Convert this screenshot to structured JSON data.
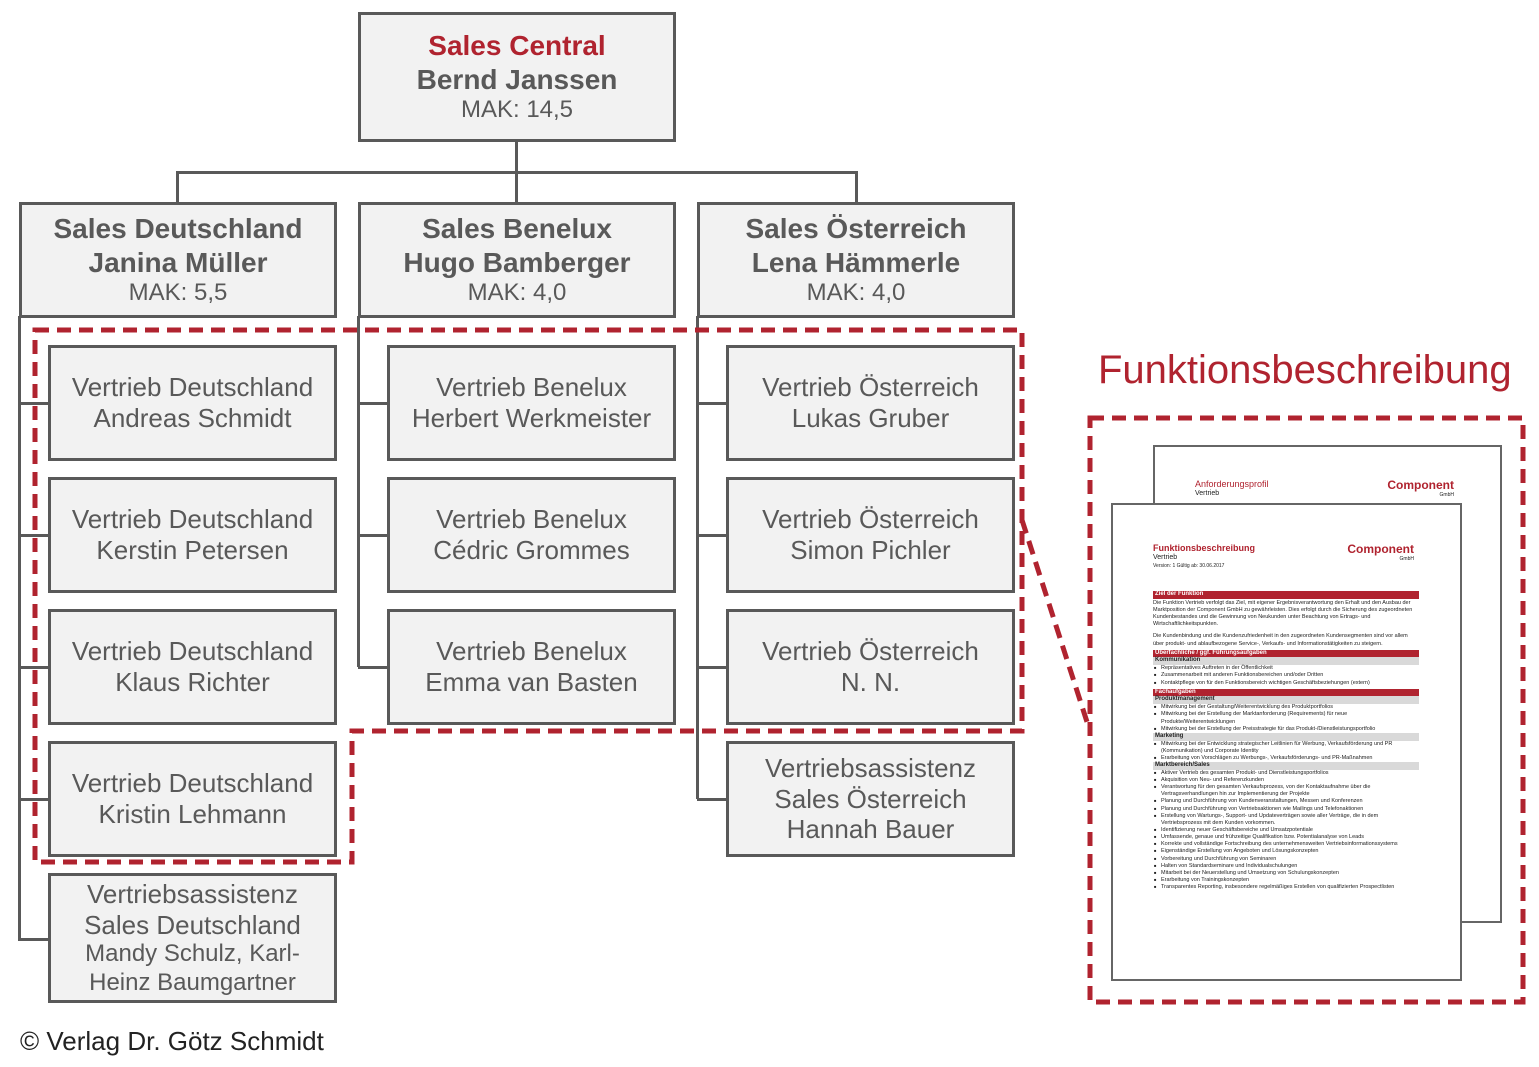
{
  "central": {
    "title": "Sales Central",
    "name": "Bernd Janssen",
    "mak": "MAK: 14,5"
  },
  "level2": [
    {
      "title": "Sales Deutschland",
      "name": "Janina Müller",
      "mak": "MAK: 5,5"
    },
    {
      "title": "Sales Benelux",
      "name": "Hugo Bamberger",
      "mak": "MAK: 4,0"
    },
    {
      "title": "Sales Österreich",
      "name": "Lena Hämmerle",
      "mak": "MAK: 4,0"
    }
  ],
  "de": [
    {
      "role": "Vertrieb Deutschland",
      "name": "Andreas Schmidt"
    },
    {
      "role": "Vertrieb Deutschland",
      "name": "Kerstin Petersen"
    },
    {
      "role": "Vertrieb Deutschland",
      "name": "Klaus Richter"
    },
    {
      "role": "Vertrieb Deutschland",
      "name": "Kristin Lehmann"
    },
    {
      "role": "Vertriebsassistenz",
      "role2": "Sales Deutschland",
      "name": "Mandy Schulz, Karl-Heinz Baumgartner"
    }
  ],
  "bnl": [
    {
      "role": "Vertrieb Benelux",
      "name": "Herbert Werkmeister"
    },
    {
      "role": "Vertrieb Benelux",
      "name": "Cédric Grommes"
    },
    {
      "role": "Vertrieb Benelux",
      "name": "Emma van Basten"
    }
  ],
  "at": [
    {
      "role": "Vertrieb Österreich",
      "name": "Lukas Gruber"
    },
    {
      "role": "Vertrieb Österreich",
      "name": "Simon Pichler"
    },
    {
      "role": "Vertrieb Österreich",
      "name": "N. N."
    },
    {
      "role": "Vertriebsassistenz",
      "role2": "Sales Österreich",
      "name": "Hannah Bauer"
    }
  ],
  "callout_title": "Funktionsbeschreibung",
  "copyright": "© Verlag Dr. Götz Schmidt",
  "doc_back": {
    "title": "Anforderungsprofil",
    "subtitle": "Vertrieb",
    "logo": "Component",
    "logo_sub": "GmbH"
  },
  "doc_front": {
    "title": "Funktionsbeschreibung",
    "subtitle": "Vertrieb",
    "version": "Version: 1 Gültig ab: 30.06.2017",
    "logo": "Component",
    "logo_sub": "GmbH",
    "blocks": [
      {
        "type": "bar",
        "text": "Ziel der Funktion"
      },
      {
        "type": "para",
        "text": "Die Funktion Vertrieb verfolgt das Ziel, mit eigener Ergebnisverantwortung den Erhalt und den Ausbau der Marktposition der Component GmbH zu gewährleisten. Dies erfolgt durch die Sicherung des zugeordneten Kundenbestandes und die Gewinnung von Neukunden unter Beachtung von Ertrags- und Wirtschaftlichkeitspunkten."
      },
      {
        "type": "para",
        "text": "Die Kundenbindung und die Kundenzufriedenheit in den zugeordneten Kundensegmenten sind vor allem über produkt- und ablaufbezogene Service-, Verkaufs- und Informationstätigkeiten zu steigern."
      },
      {
        "type": "bar",
        "text": "Überfachliche / ggf. Führungsaufgaben"
      },
      {
        "type": "sub",
        "text": "Kommunikation"
      },
      {
        "type": "li",
        "text": "Repräsentatives Auftreten in der Öffentlichkeit"
      },
      {
        "type": "li",
        "text": "Zusammenarbeit mit anderen Funktionsbereichen und/oder Dritten"
      },
      {
        "type": "li",
        "text": "Kontaktpflege von für den Funktionsbereich wichtigen Geschäftsbeziehungen (extern)"
      },
      {
        "type": "bar",
        "text": "Fachaufgaben"
      },
      {
        "type": "sub",
        "text": "Produktmanagement"
      },
      {
        "type": "li",
        "text": "Mitwirkung bei der Gestaltung/Weiterentwicklung des Produktportfolios"
      },
      {
        "type": "li",
        "text": "Mitwirkung bei der Erstellung der Marktanforderung (Requirements) für neue Produkte/Weiterentwicklungen"
      },
      {
        "type": "li",
        "text": "Mitwirkung bei der Erstellung der Preisstrategie für das Produkt-/Dienstleistungsportfolio"
      },
      {
        "type": "sub",
        "text": "Marketing"
      },
      {
        "type": "li",
        "text": "Mitwirkung bei der Entwicklung strategischer Leitlinien für Werbung, Verkaufsförderung und PR (Kommunikation) und Corporate Identity"
      },
      {
        "type": "li",
        "text": "Erarbeitung von Vorschlägen zu Werbungs-, Verkaufsförderungs- und PR-Maßnahmen"
      },
      {
        "type": "sub",
        "text": "Marktbereich/Sales"
      },
      {
        "type": "li",
        "text": "Aktiver Vertrieb des gesamten Produkt- und Dienstleistungsportfolios"
      },
      {
        "type": "li",
        "text": "Akquisition von Neu- und Referenzkunden"
      },
      {
        "type": "li",
        "text": "Verantwortung für den gesamten Verkaufsprozess, von der Kontaktaufnahme über die Vertragsverhandlungen hin zur Implementierung der Projekte"
      },
      {
        "type": "li",
        "text": "Planung und Durchführung von Kundenveranstaltungen, Messen und Konferenzen"
      },
      {
        "type": "li",
        "text": "Planung und Durchführung von Vertriebsaktionen wie Mailings und Telefonaktionen"
      },
      {
        "type": "li",
        "text": "Erstellung von Wartungs-, Support- und Updateverträgen sowie aller Verträge, die in dem Vertriebsprozess mit dem Kunden vorkommen."
      },
      {
        "type": "li",
        "text": "Identifizierung neuer Geschäftsbereiche und Umsatzpotentiale"
      },
      {
        "type": "li",
        "text": "Umfassende, genaue und frühzeitige Qualifikation bzw. Potentialanalyse von Leads"
      },
      {
        "type": "li",
        "text": "Korrekte und vollständige Fortschreibung des unternehmensweiten Vertriebsinformationssystems"
      },
      {
        "type": "li",
        "text": "Eigenständige Erstellung von Angeboten und Lösungskonzepten"
      },
      {
        "type": "li",
        "text": "Vorbereitung und Durchführung von Seminaren"
      },
      {
        "type": "li",
        "text": "Halten von Standardseminare und Individualschulungen"
      },
      {
        "type": "li",
        "text": "Mitarbeit bei der Neuerstellung und Umsetzung von Schulungskonzepten"
      },
      {
        "type": "li",
        "text": "Erarbeitung von Trainingskonzepten"
      },
      {
        "type": "li",
        "text": "Transparentes Reporting, insbesondere regelmäßiges Erstellen von qualifizierten Prospectlisten"
      }
    ]
  },
  "colors": {
    "accent": "#b0232f",
    "box_fill": "#f2f2f2",
    "box_border": "#595959"
  }
}
